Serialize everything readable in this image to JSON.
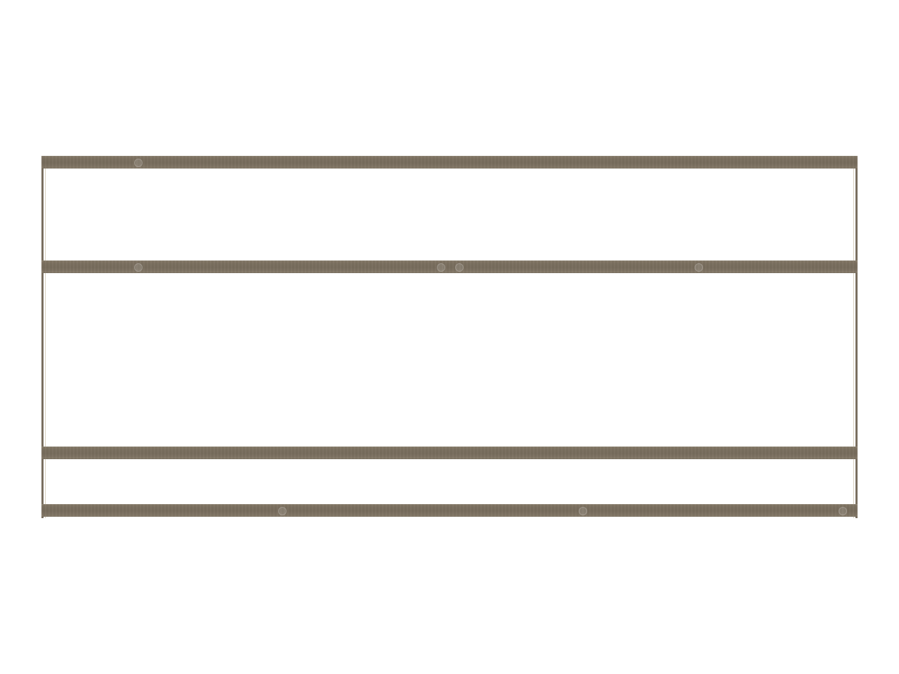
{
  "scene": {
    "subject": "rail-frame",
    "colors": {
      "rail": "#7a6f60",
      "background": "#ffffff"
    },
    "rails": [
      {
        "id": "rail-top"
      },
      {
        "id": "rail-2"
      },
      {
        "id": "rail-3"
      },
      {
        "id": "rail-bottom"
      }
    ]
  }
}
